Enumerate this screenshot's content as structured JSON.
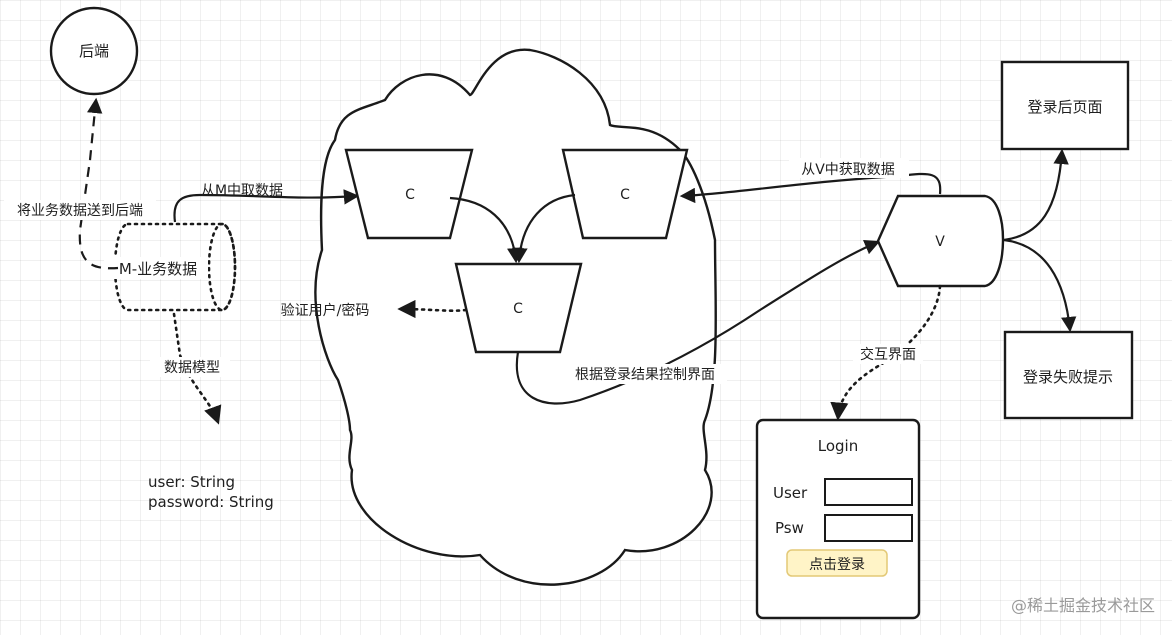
{
  "nodes": {
    "backend": "后端",
    "controller_left": "C",
    "controller_right": "C",
    "controller_middle": "C",
    "view": "V",
    "model": "M-业务数据",
    "success_page": "登录后页面",
    "fail_page": "登录失败提示"
  },
  "edges": {
    "send_to_backend": "将业务数据送到后端",
    "get_from_model": "从M中取数据",
    "get_from_view": "从V中获取数据",
    "verify": "验证用户/密码",
    "control_view": "根据登录结果控制界面",
    "data_model": "数据模型",
    "interaction": "交互界面"
  },
  "data_model_fields": {
    "user": "user: String",
    "password": "password: String"
  },
  "login_form": {
    "title": "Login",
    "user_label": "User",
    "password_label": "Psw",
    "submit_label": "点击登录"
  },
  "watermark": "@稀土掘金技术社区",
  "colors": {
    "stroke": "#1a1a1a",
    "button_fill": "#fff4c7"
  }
}
